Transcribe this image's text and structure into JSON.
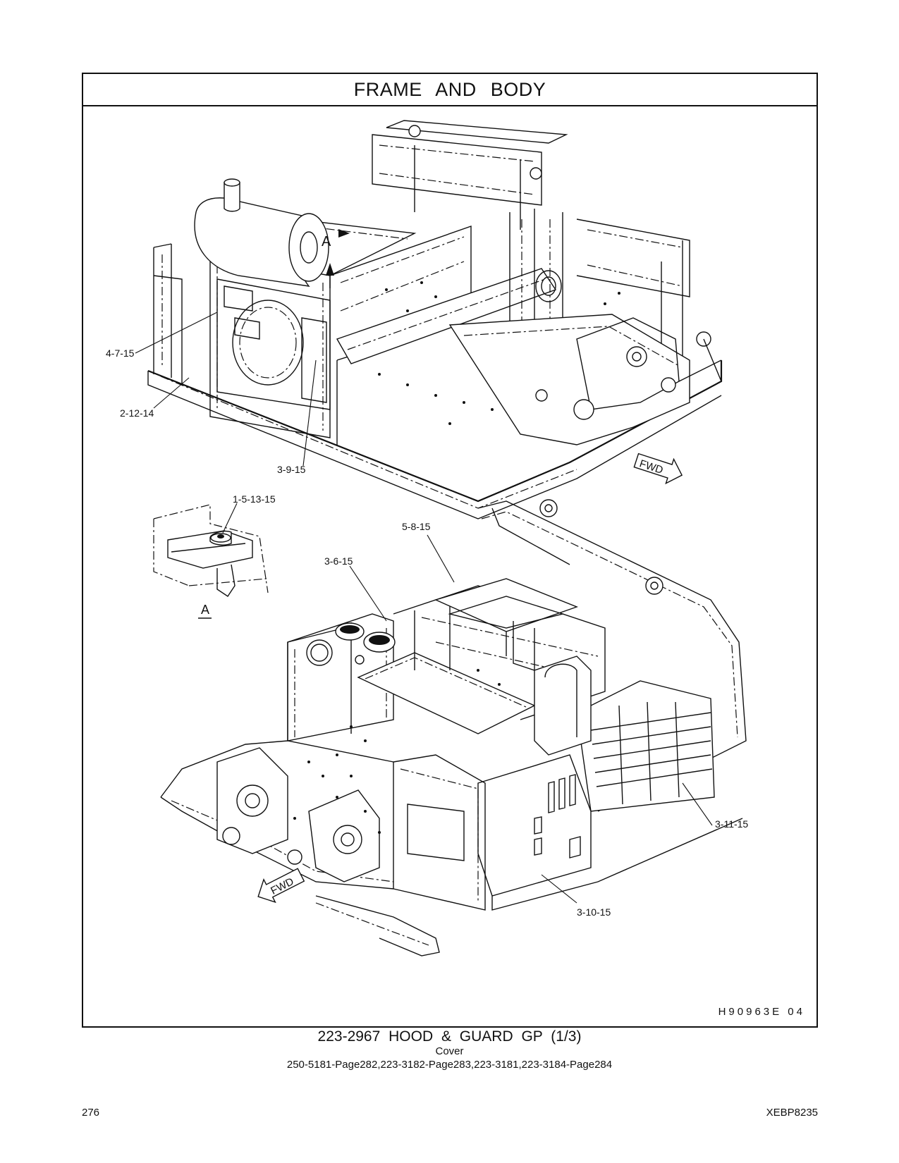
{
  "header": {
    "title": "FRAME AND BODY"
  },
  "illustration": {
    "figure_code": "H90963E   04",
    "view_marker": "A",
    "detail_label": "A",
    "direction_labels": [
      "FWD",
      "FWD"
    ],
    "callouts_upper": [
      "4-7-15",
      "2-12-14",
      "3-9-15"
    ],
    "callouts_detail": [
      "1-5-13-15"
    ],
    "callouts_lower": [
      "5-8-15",
      "3-6-15",
      "3-11-15",
      "3-10-15"
    ]
  },
  "caption": {
    "title": "223-2967  HOOD & GUARD GP (1/3)",
    "subtitle": "Cover",
    "references": "250-5181-Page282,223-3182-Page283,223-3181,223-3184-Page284"
  },
  "footer": {
    "page_number": "276",
    "document_code": "XEBP8235"
  }
}
